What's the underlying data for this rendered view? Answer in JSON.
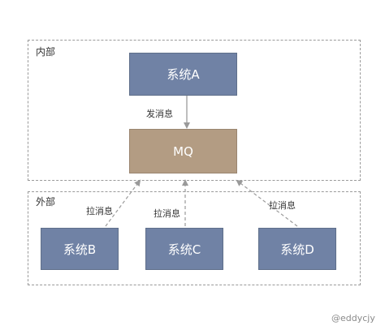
{
  "zones": {
    "internal_label": "内部",
    "external_label": "外部"
  },
  "nodes": {
    "system_a": "系统A",
    "mq": "MQ",
    "system_b": "系统B",
    "system_c": "系统C",
    "system_d": "系统D"
  },
  "edges": {
    "send_message": "发消息",
    "pull_message_b": "拉消息",
    "pull_message_c": "拉消息",
    "pull_message_d": "拉消息"
  },
  "watermark": "@eddycjy",
  "colors": {
    "system_node": "#7082a5",
    "mq_node": "#b39c83",
    "zone_border": "#9a9a9a",
    "arrow": "#9a9a9a"
  }
}
